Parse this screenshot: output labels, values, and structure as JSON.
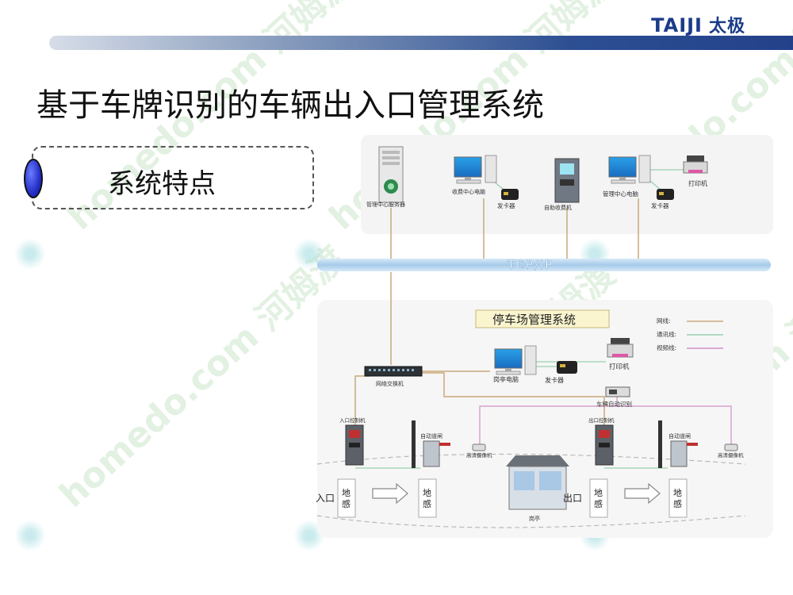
{
  "brand": {
    "logo_latin": "TAIJI",
    "logo_cn": "太极"
  },
  "slide": {
    "title": "基于车牌识别的车辆出入口管理系统",
    "feature_label": "系统特点"
  },
  "watermark": {
    "text1": "homedo.com",
    "text2": "河姆渡"
  },
  "diagram": {
    "backbone_label": "TCP/IP",
    "parking_system_title": "停车场管理系统",
    "top_devices": {
      "server": "管理中心服务器",
      "billing_pc": "收费中心电脑",
      "card_issuer_1": "发卡器",
      "self_pay": "自助收费机",
      "mgmt_pc": "管理中心电脑",
      "card_issuer_2": "发卡器",
      "printer_top": "打印机"
    },
    "legend": {
      "network": "网线:",
      "comm": "通讯线:",
      "video": "视频线:"
    },
    "site_devices": {
      "switch": "网络交换机",
      "booth_pc": "岗亭电脑",
      "card_issuer": "发卡器",
      "printer": "打印机",
      "lpr": "车牌自动识别",
      "entry_controller": "入口控制机",
      "entry_barrier": "自动道闸",
      "entry_camera": "高清摄像机",
      "booth": "岗亭",
      "exit_controller": "出口控制机",
      "exit_barrier": "自动道闸",
      "exit_camera": "高清摄像机",
      "entry_label": "入口",
      "exit_label": "出口",
      "loop_1": "地感",
      "loop_2": "地感",
      "loop_3": "地感",
      "loop_4": "地感"
    },
    "colors": {
      "network_line": "#c9a878",
      "comm_line": "#9ad0ae",
      "video_line": "#d090c8",
      "backbone": "#a9cdea"
    }
  }
}
